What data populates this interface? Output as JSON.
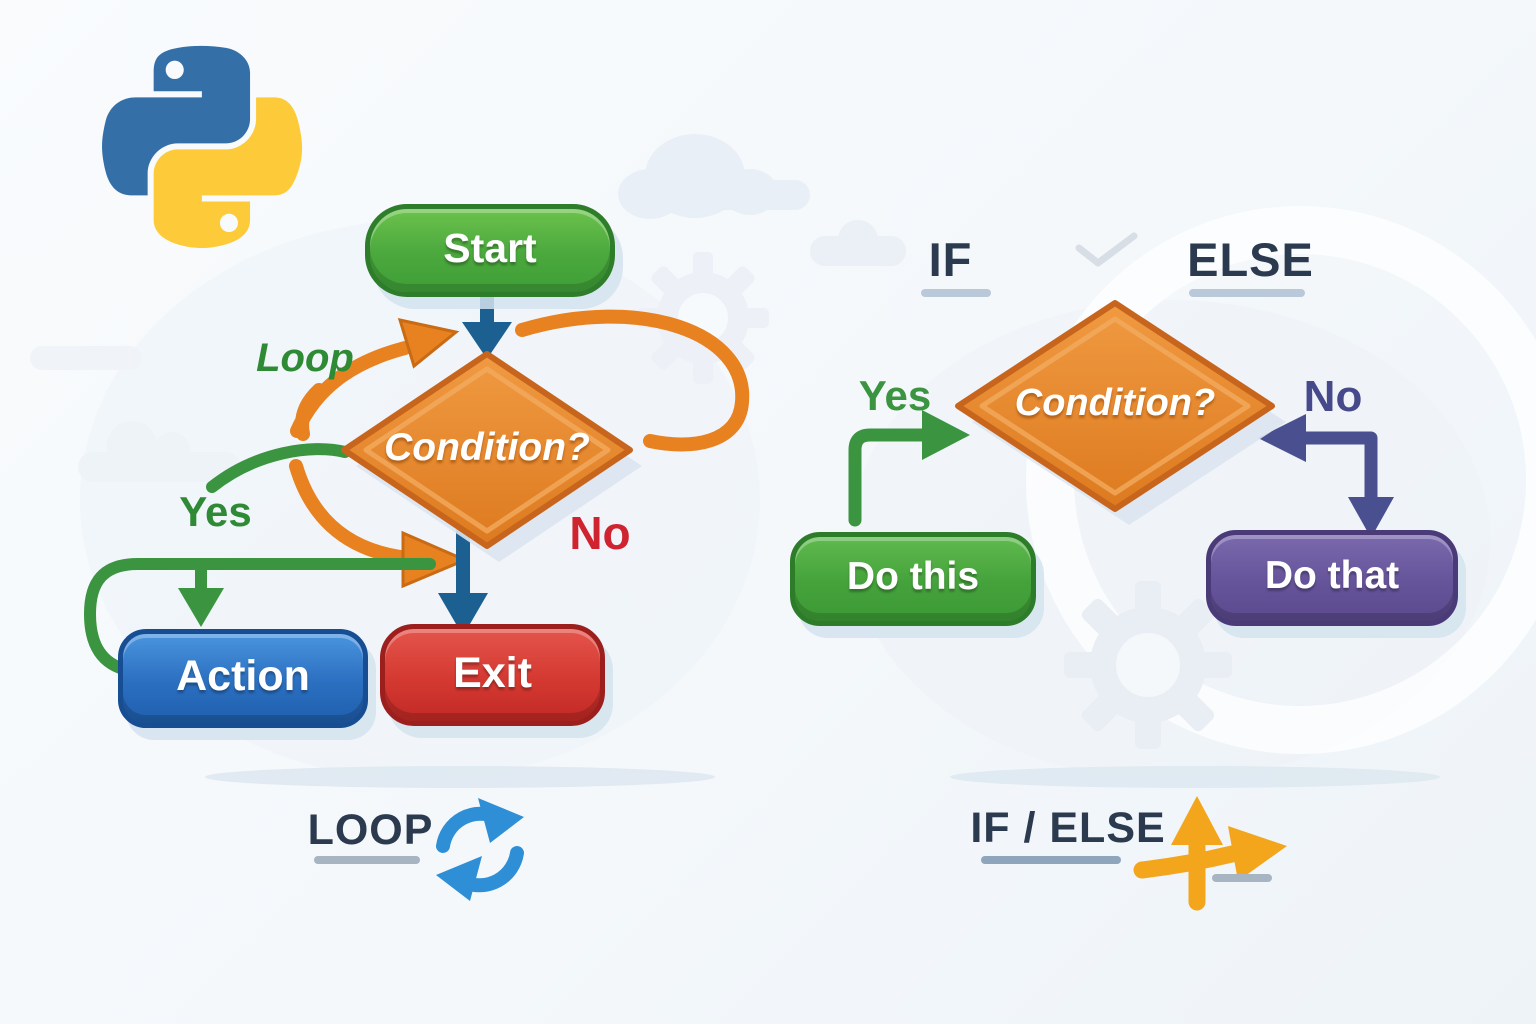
{
  "left_flowchart": {
    "start_label": "Start",
    "condition_label": "Condition?",
    "loop_label": "Loop",
    "yes_label": "Yes",
    "no_label": "No",
    "action_label": "Action",
    "exit_label": "Exit"
  },
  "right_flowchart": {
    "if_label": "IF",
    "else_label": "ELSE",
    "condition_label": "Condition?",
    "yes_label": "Yes",
    "no_label": "No",
    "do_this_label": "Do this",
    "do_that_label": "Do that"
  },
  "legend": {
    "loop_label": "LOOP",
    "if_else_label": "IF / ELSE"
  },
  "icons": {
    "python_logo": "python-logo",
    "loop_icon": "circular-refresh-arrows",
    "branch_icon": "branching-arrows",
    "checkmark": "checkmark"
  },
  "colors": {
    "background": "#f6f9fc",
    "python_blue": "#3470a7",
    "python_yellow": "#fdcb3a",
    "green_box": "#45a23b",
    "orange_diamond": "#e8872e",
    "blue_box": "#2b6fc0",
    "red_box": "#d43931",
    "purple_box": "#66549b",
    "arrow_blue": "#1b6091",
    "arrow_orange": "#e8811f",
    "arrow_green": "#3a9440",
    "arrow_navy": "#4a4f90",
    "label_red": "#cf2430",
    "heading_text": "#2b3a4e",
    "loop_icon_blue": "#2f8fd6",
    "branch_icon_orange": "#f3a51c"
  }
}
